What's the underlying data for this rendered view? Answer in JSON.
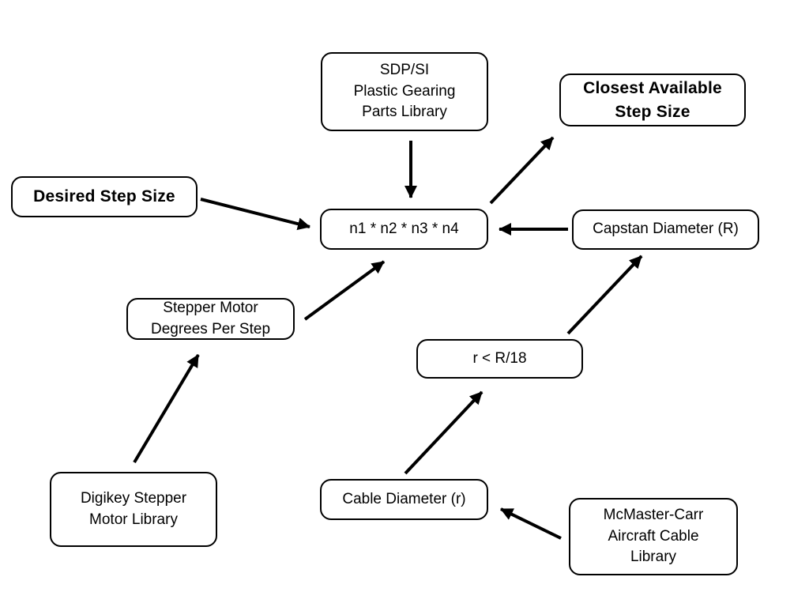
{
  "diagram": {
    "type": "flowchart",
    "colors": {
      "background": "#ffffff",
      "node_fill": "#ffffff",
      "node_border": "#000000",
      "arrow": "#000000",
      "text": "#000000"
    },
    "nodes": [
      {
        "id": "sdp-si-library",
        "label": "SDP/SI\nPlastic Gearing\nParts Library",
        "emphasis": "normal"
      },
      {
        "id": "closest-step-size",
        "label": "Closest Available\nStep Size",
        "emphasis": "bold"
      },
      {
        "id": "desired-step-size",
        "label": "Desired Step Size",
        "emphasis": "bold"
      },
      {
        "id": "gear-ratio-product",
        "label": "n1 * n2 * n3 * n4",
        "emphasis": "normal"
      },
      {
        "id": "capstan-diameter",
        "label": "Capstan Diameter (R)",
        "emphasis": "normal"
      },
      {
        "id": "stepper-degrees",
        "label": "Stepper Motor\nDegrees Per Step",
        "emphasis": "normal"
      },
      {
        "id": "radius-constraint",
        "label": "r < R/18",
        "emphasis": "normal"
      },
      {
        "id": "digikey-library",
        "label": "Digikey Stepper\nMotor Library",
        "emphasis": "normal"
      },
      {
        "id": "cable-diameter",
        "label": "Cable Diameter (r)",
        "emphasis": "normal"
      },
      {
        "id": "mcmaster-library",
        "label": "McMaster-Carr\nAircraft Cable\nLibrary",
        "emphasis": "normal"
      }
    ],
    "edges": [
      {
        "from": "sdp-si-library",
        "to": "gear-ratio-product"
      },
      {
        "from": "desired-step-size",
        "to": "gear-ratio-product"
      },
      {
        "from": "gear-ratio-product",
        "to": "closest-step-size"
      },
      {
        "from": "capstan-diameter",
        "to": "gear-ratio-product"
      },
      {
        "from": "stepper-degrees",
        "to": "gear-ratio-product"
      },
      {
        "from": "radius-constraint",
        "to": "capstan-diameter"
      },
      {
        "from": "digikey-library",
        "to": "stepper-degrees"
      },
      {
        "from": "cable-diameter",
        "to": "radius-constraint"
      },
      {
        "from": "mcmaster-library",
        "to": "cable-diameter"
      }
    ]
  }
}
